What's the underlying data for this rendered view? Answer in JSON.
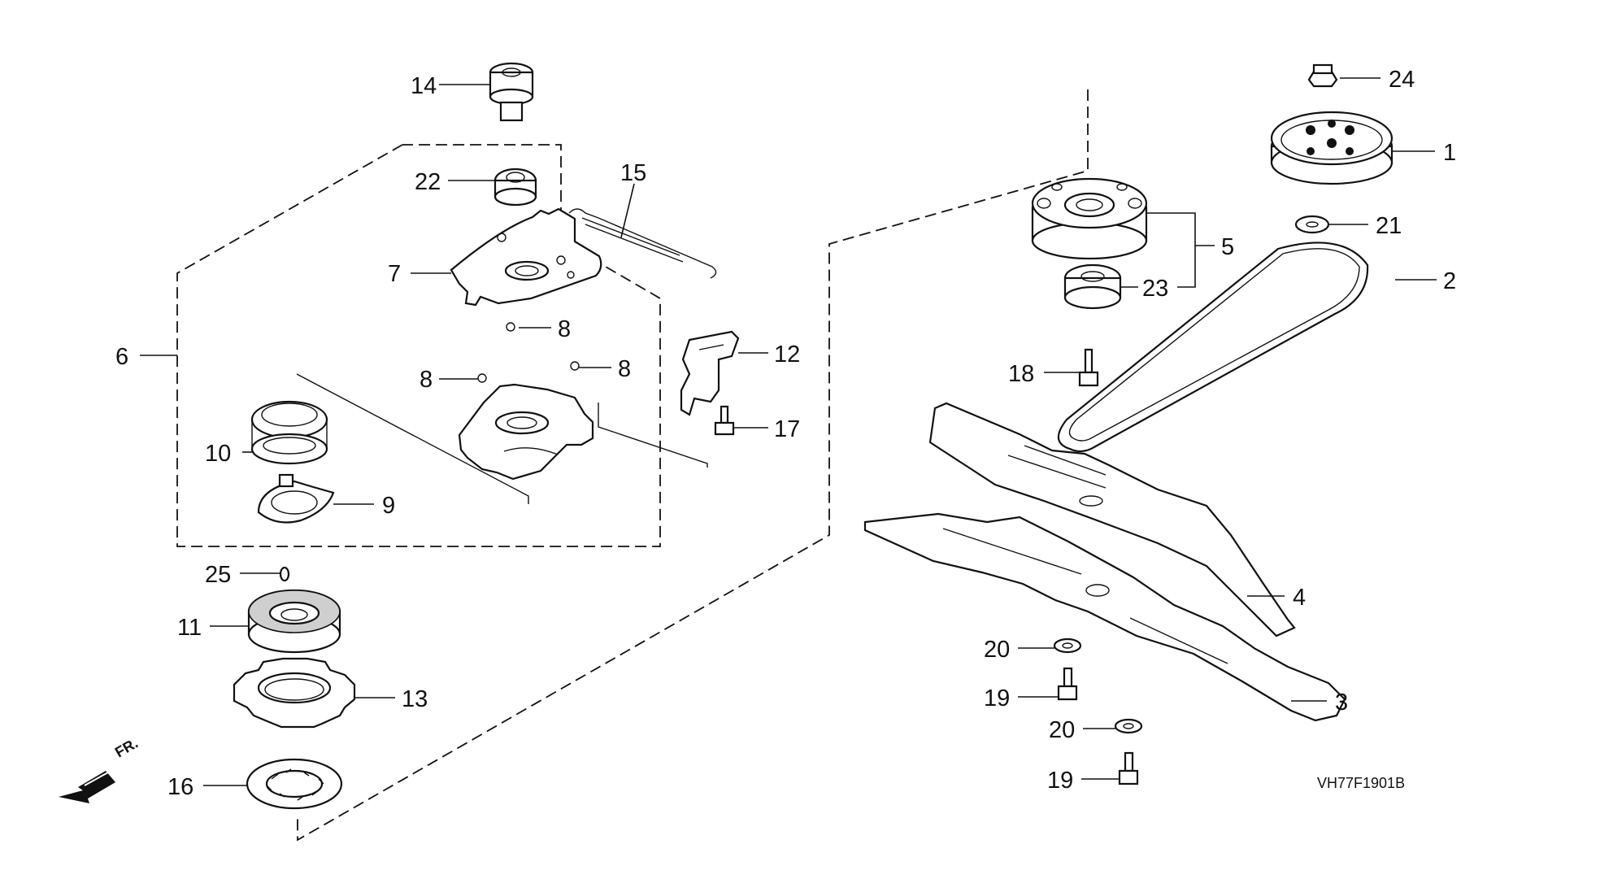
{
  "diagram": {
    "code": "VH77F1901B",
    "direction": "FR.",
    "labels": {
      "l1": "1",
      "l2": "2",
      "l3": "3",
      "l4": "4",
      "l5": "5",
      "l6": "6",
      "l7": "7",
      "l8a": "8",
      "l8b": "8",
      "l8c": "8",
      "l9": "9",
      "l10": "10",
      "l11": "11",
      "l12": "12",
      "l13": "13",
      "l14": "14",
      "l15": "15",
      "l16": "16",
      "l17": "17",
      "l18": "18",
      "l19a": "19",
      "l19b": "19",
      "l20a": "20",
      "l20b": "20",
      "l21": "21",
      "l22": "22",
      "l23": "23",
      "l24": "24",
      "l25": "25"
    }
  }
}
